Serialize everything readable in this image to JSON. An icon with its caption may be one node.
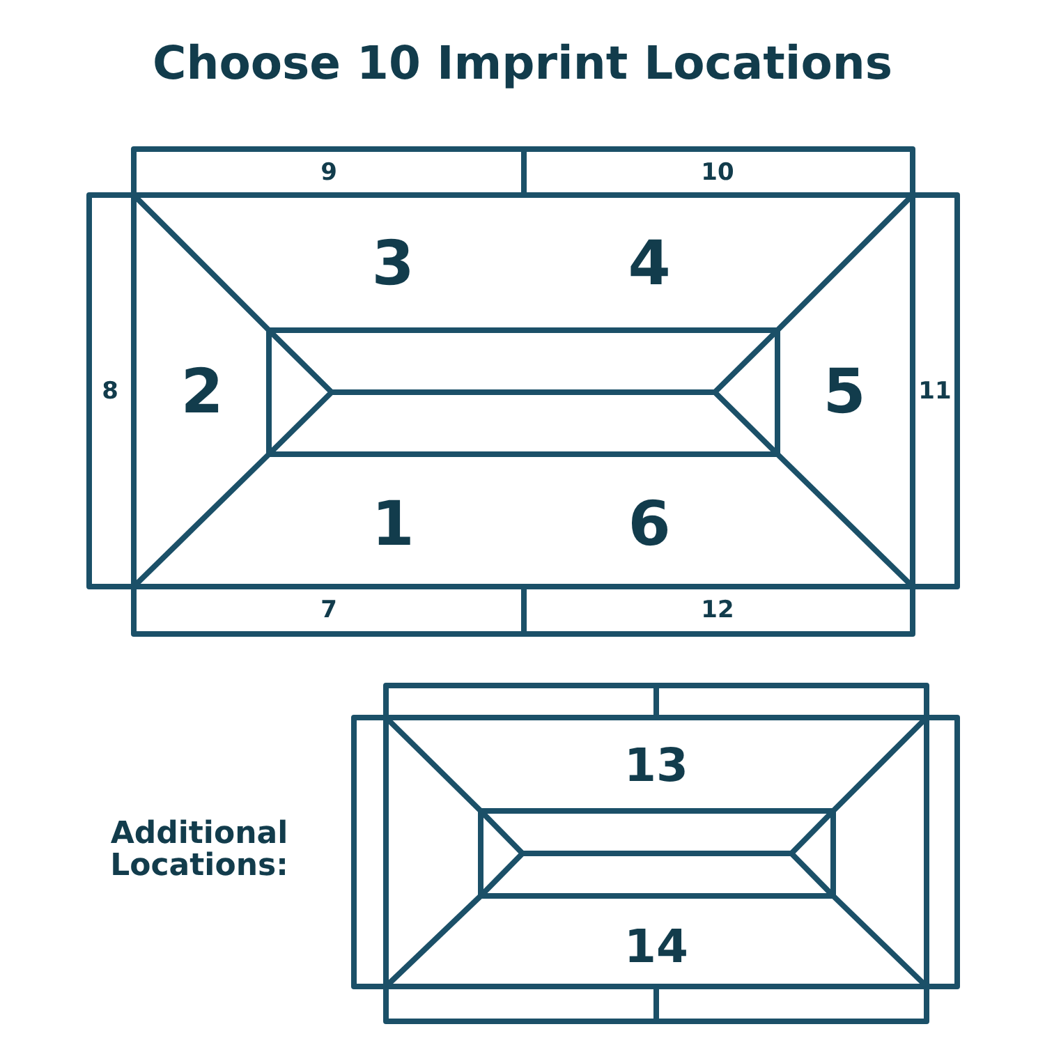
{
  "diagram": {
    "title": "Choose 10 Imprint Locations",
    "labels": [
      "9",
      "10",
      "3",
      "4",
      "8",
      "2",
      "5",
      "11",
      "1",
      "6",
      "7",
      "12",
      "13",
      "Additional Locations:",
      "14"
    ]
  }
}
